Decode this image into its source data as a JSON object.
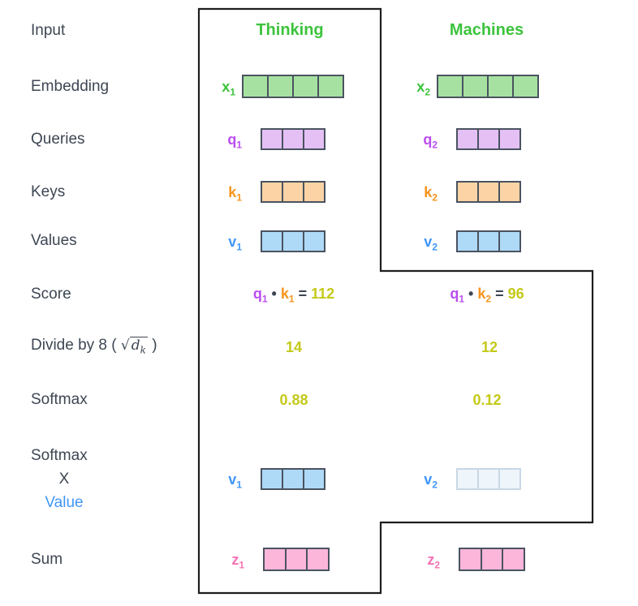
{
  "header": {
    "col1": "Thinking",
    "col2": "Machines"
  },
  "left_labels": {
    "input": "Input",
    "embedding": "Embedding",
    "queries": "Queries",
    "keys": "Keys",
    "values": "Values",
    "score": "Score",
    "divide_prefix": "Divide by 8 (",
    "divide_sqrt_radical": "√",
    "divide_sqrt_var": "d",
    "divide_sqrt_sub": "k",
    "divide_suffix": ")",
    "softmax": "Softmax",
    "softmax_value_line1": "Softmax",
    "softmax_value_line2": "X",
    "softmax_value_line3": "Value",
    "sum": "Sum"
  },
  "vectors": {
    "x1": {
      "label": "x",
      "sub": "1",
      "cells": 4
    },
    "x2": {
      "label": "x",
      "sub": "2",
      "cells": 4
    },
    "q1": {
      "label": "q",
      "sub": "1",
      "cells": 3
    },
    "q2": {
      "label": "q",
      "sub": "2",
      "cells": 3
    },
    "k1": {
      "label": "k",
      "sub": "1",
      "cells": 3
    },
    "k2": {
      "label": "k",
      "sub": "2",
      "cells": 3
    },
    "v1": {
      "label": "v",
      "sub": "1",
      "cells": 3
    },
    "v2": {
      "label": "v",
      "sub": "2",
      "cells": 3
    },
    "v1_weighted": {
      "label": "v",
      "sub": "1",
      "cells": 3
    },
    "v2_weighted": {
      "label": "v",
      "sub": "2",
      "cells": 3
    },
    "z1": {
      "label": "z",
      "sub": "1",
      "cells": 3
    },
    "z2": {
      "label": "z",
      "sub": "2",
      "cells": 3
    }
  },
  "score_row": {
    "s1": {
      "q": "q",
      "q_sub": "1",
      "dot": "•",
      "k": "k",
      "k_sub": "1",
      "eq": "=",
      "value": "112"
    },
    "s2": {
      "q": "q",
      "q_sub": "1",
      "dot": "•",
      "k": "k",
      "k_sub": "2",
      "eq": "=",
      "value": "96"
    }
  },
  "divide_row": {
    "v1": "14",
    "v2": "12"
  },
  "softmax_row": {
    "v1": "0.88",
    "v2": "0.12"
  },
  "colors": {
    "green_text": "#3cc33c",
    "green_fill": "#a7e1a1",
    "purple_text": "#bb4df2",
    "purple_fill": "#e5c0f5",
    "orange_text": "#f7941e",
    "orange_fill": "#fbd3a4",
    "blue_text": "#4096f8",
    "blue_fill": "#aed9f7",
    "faded_blue_fill": "#eef5fb",
    "faded_blue_border": "#c9d8e6",
    "pink_text": "#f672b5",
    "pink_fill": "#fcb6da",
    "yellow_text": "#c4c918",
    "label_text": "#3d4653",
    "cell_border": "#4a5360",
    "box_outline": "#1e1e1e"
  }
}
